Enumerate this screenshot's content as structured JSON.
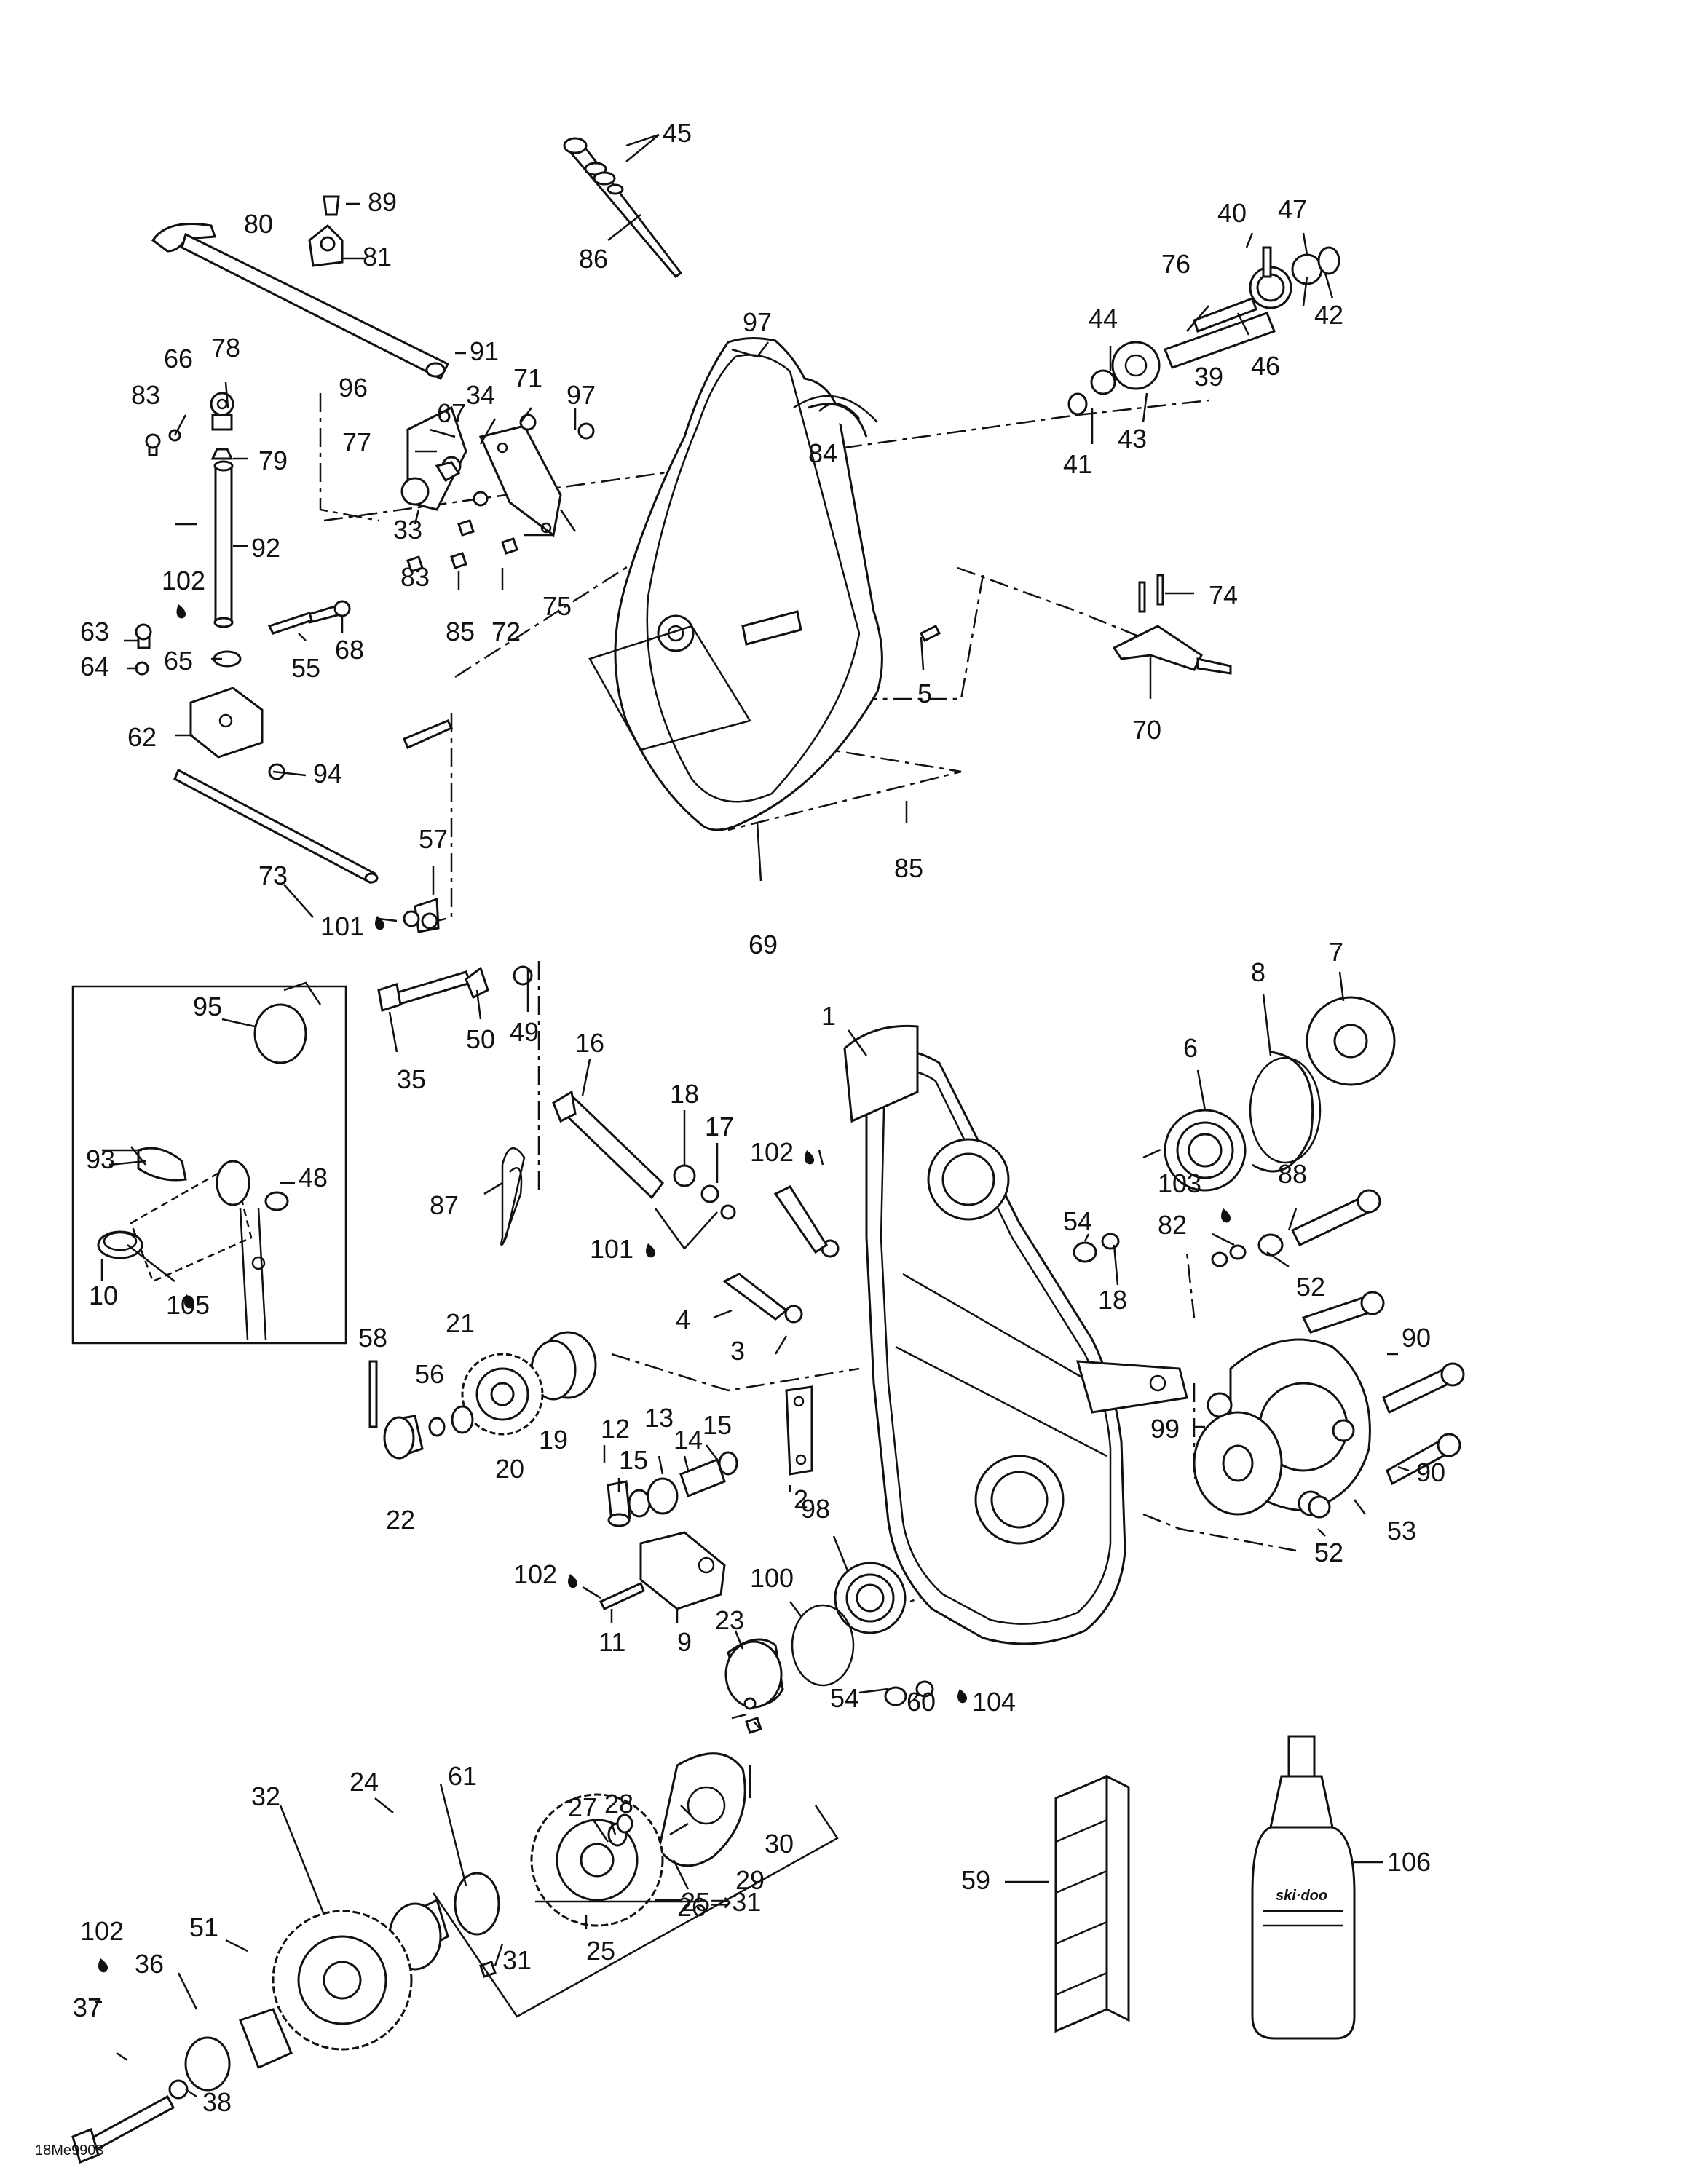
{
  "figure_code": "18Me9903",
  "kit_label": "25⇒31",
  "lubricant_markers": [
    "101",
    "102",
    "103",
    "104",
    "105"
  ],
  "callouts": [
    "1",
    "2",
    "3",
    "4",
    "5",
    "6",
    "7",
    "8",
    "9",
    "10",
    "11",
    "12",
    "13",
    "14",
    "15",
    "16",
    "17",
    "18",
    "19",
    "20",
    "21",
    "22",
    "23",
    "24",
    "25",
    "26",
    "27",
    "28",
    "29",
    "30",
    "31",
    "32",
    "33",
    "34",
    "35",
    "36",
    "37",
    "38",
    "39",
    "40",
    "41",
    "42",
    "43",
    "44",
    "45",
    "46",
    "47",
    "48",
    "49",
    "50",
    "51",
    "52",
    "53",
    "54",
    "55",
    "56",
    "57",
    "58",
    "59",
    "60",
    "61",
    "62",
    "63",
    "64",
    "65",
    "66",
    "67",
    "68",
    "69",
    "70",
    "71",
    "72",
    "73",
    "74",
    "75",
    "76",
    "77",
    "78",
    "79",
    "80",
    "81",
    "82",
    "83",
    "84",
    "85",
    "86",
    "87",
    "88",
    "89",
    "90",
    "91",
    "92",
    "93",
    "94",
    "95",
    "96",
    "97",
    "98",
    "99",
    "100",
    "101",
    "102",
    "103",
    "104",
    "105",
    "106"
  ],
  "bottle_label": "ski·doo"
}
